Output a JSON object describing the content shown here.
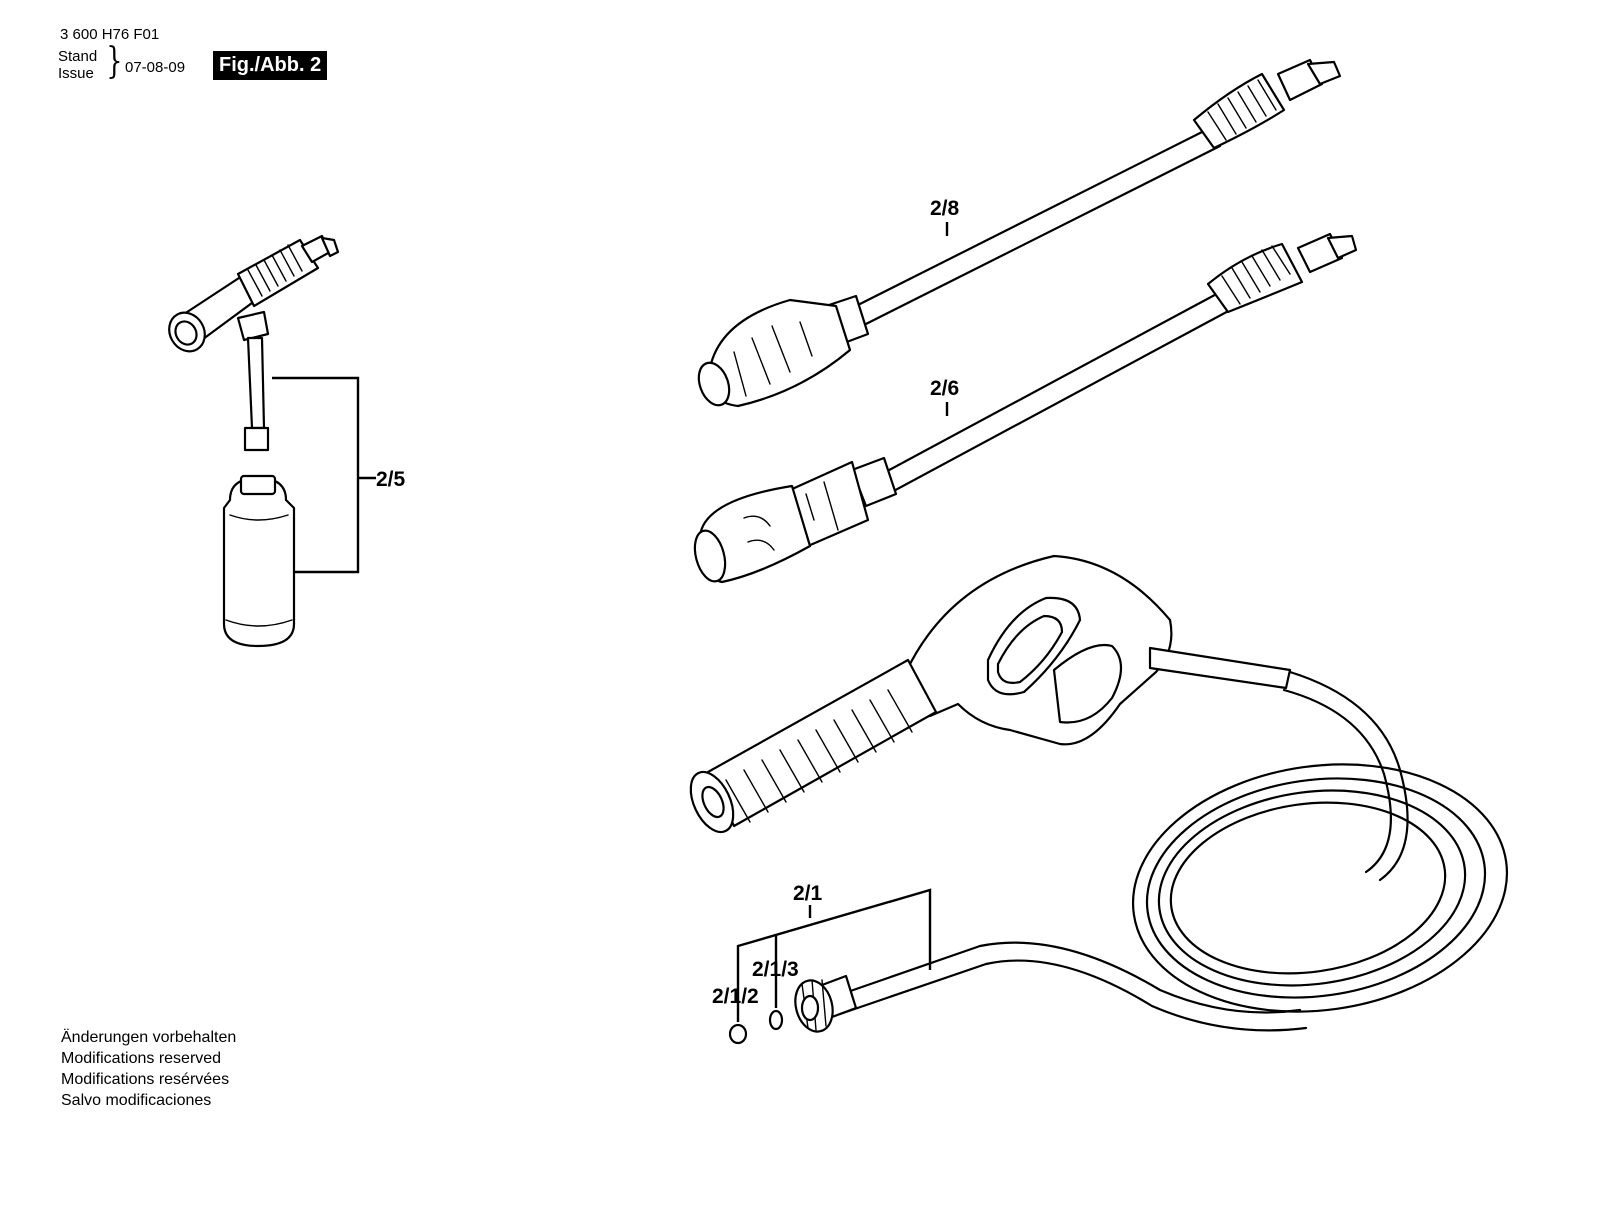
{
  "header": {
    "doc_number": "3 600 H76 F01",
    "stand_label": "Stand",
    "issue_label": "Issue",
    "brace": "}",
    "date": "07-08-09",
    "figure_label": "Fig./Abb. 2"
  },
  "parts": {
    "p25": "2/5",
    "p28": "2/8",
    "p26": "2/6",
    "p21": "2/1",
    "p213": "2/1/3",
    "p212": "2/1/2"
  },
  "notes": [
    "Änderungen vorbehalten",
    "Modifications reserved",
    "Modifications resérvées",
    "Salvo modificaciones"
  ]
}
